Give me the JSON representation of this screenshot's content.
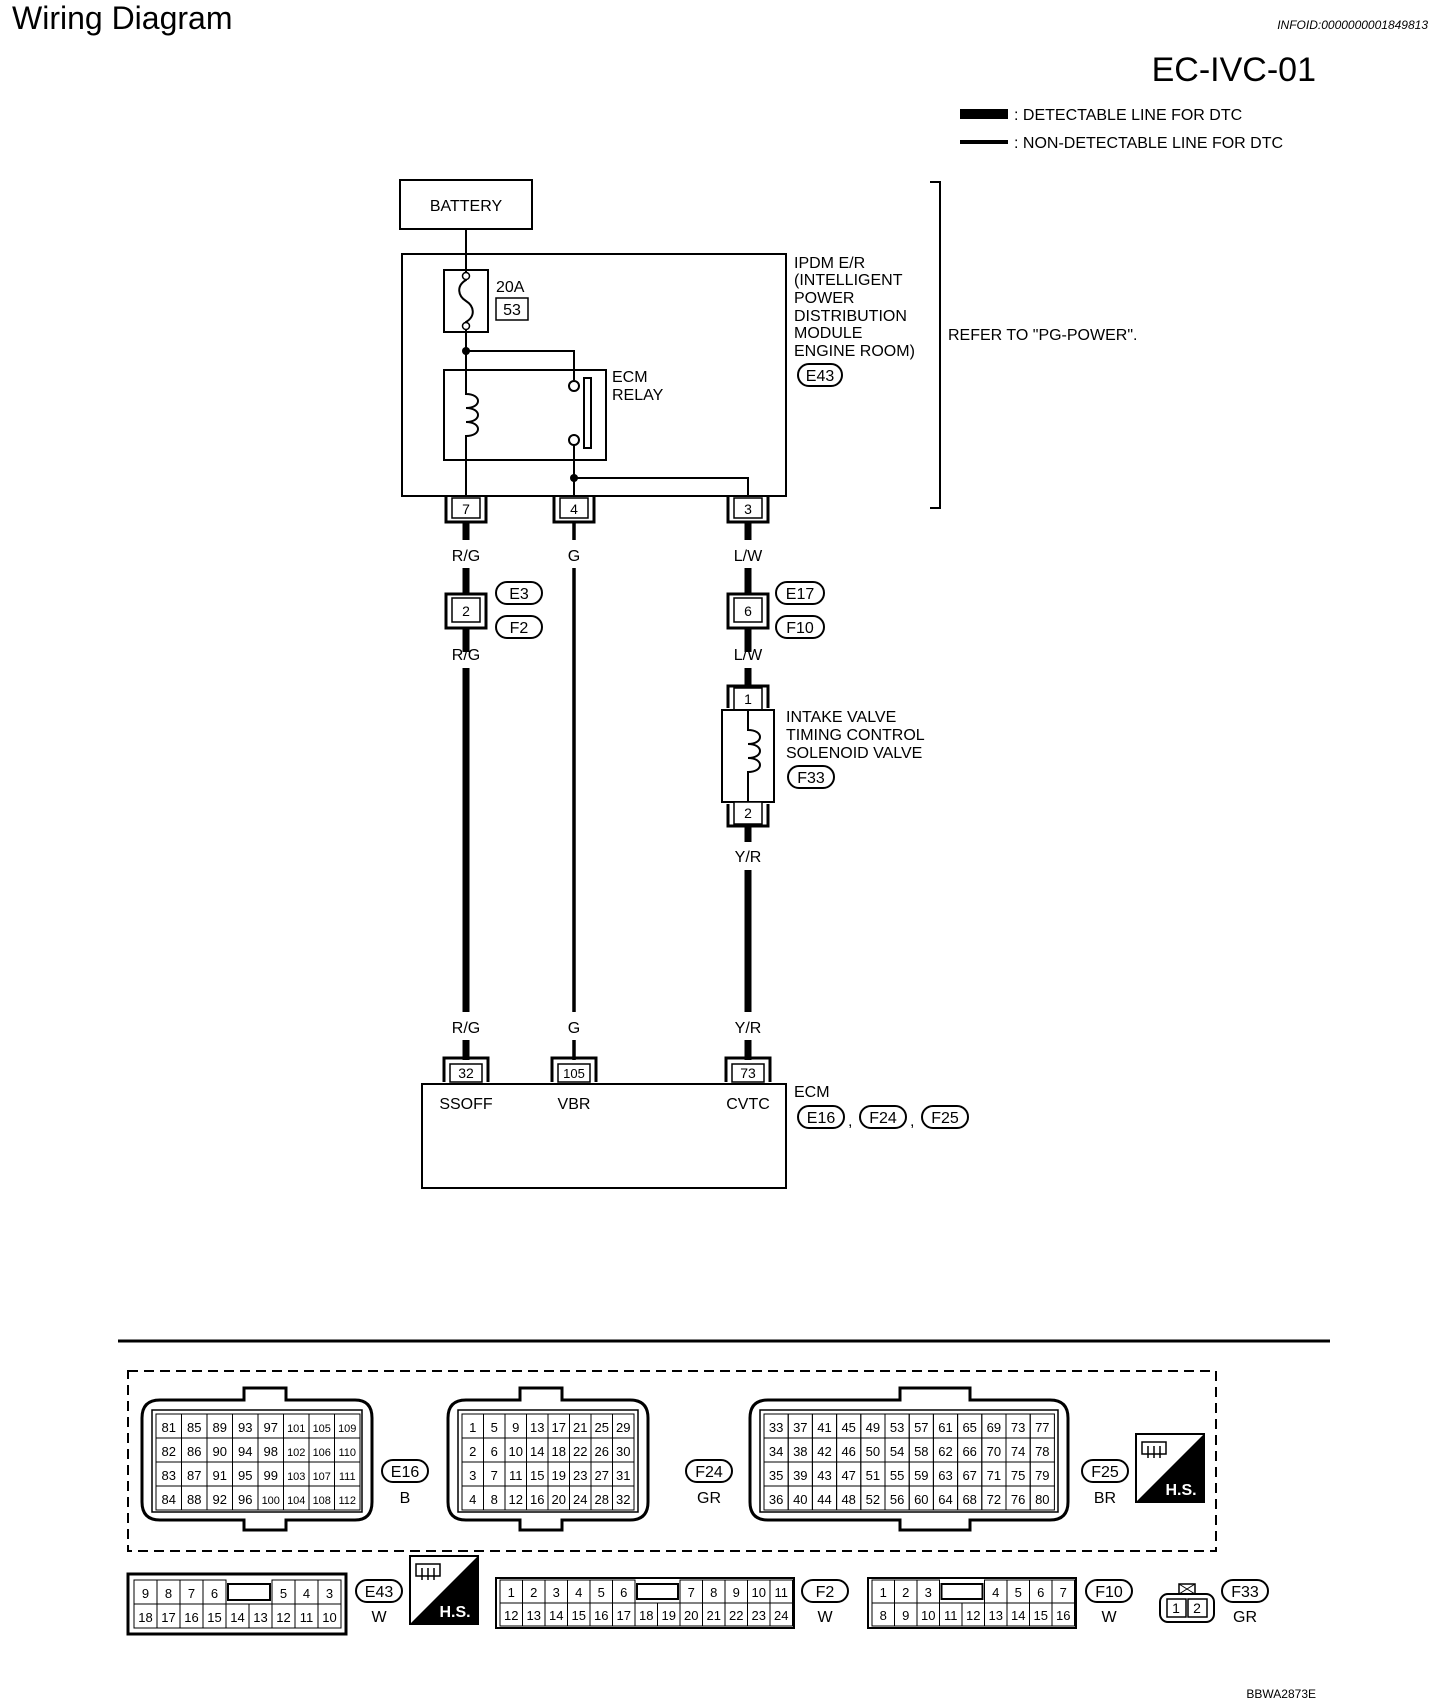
{
  "header": {
    "title": "Wiring Diagram",
    "info_id": "INFOID:0000000001849813",
    "diagram_code": "EC-IVC-01"
  },
  "legend": {
    "detectable": ": DETECTABLE LINE FOR DTC",
    "non_detectable": ": NON-DETECTABLE LINE FOR DTC"
  },
  "battery": {
    "label": "BATTERY"
  },
  "fuse": {
    "rating": "20A",
    "number": "53"
  },
  "relay": {
    "line1": "ECM",
    "line2": "RELAY"
  },
  "ipdm": {
    "lines": [
      "IPDM E/R",
      "(INTELLIGENT",
      "POWER",
      "DISTRIBUTION",
      "MODULE",
      "ENGINE ROOM)"
    ],
    "connector": "E43"
  },
  "refer_note": "REFER TO \"PG-POWER\".",
  "ipdm_terminals": [
    "7",
    "4",
    "3"
  ],
  "wires": {
    "w1_top": "R/G",
    "w2_top": "G",
    "w3_top": "L/W",
    "w1_mid": "R/G",
    "w3_mid": "L/W",
    "w3_sol": "Y/R",
    "w1_bot": "R/G",
    "w2_bot": "G",
    "w3_bot": "Y/R"
  },
  "joint1": {
    "terminal": "2",
    "connectors": [
      "E3",
      "F2"
    ]
  },
  "joint2": {
    "terminal": "6",
    "connectors": [
      "E17",
      "F10"
    ]
  },
  "solenoid": {
    "terminal_top": "1",
    "terminal_bottom": "2",
    "lines": [
      "INTAKE VALVE",
      "TIMING CONTROL",
      "SOLENOID VALVE"
    ],
    "connector": "F33"
  },
  "ecm": {
    "label": "ECM",
    "terminals": [
      "32",
      "105",
      "73"
    ],
    "pins": [
      "SSOFF",
      "VBR",
      "CVTC"
    ],
    "connectors": [
      "E16",
      "F24",
      "F25"
    ],
    "separator": ","
  },
  "connectors": {
    "E16": {
      "code": "E16",
      "color": "B",
      "rows": [
        [
          "81",
          "85",
          "89",
          "93",
          "97",
          "101",
          "105",
          "109"
        ],
        [
          "82",
          "86",
          "90",
          "94",
          "98",
          "102",
          "106",
          "110"
        ],
        [
          "83",
          "87",
          "91",
          "95",
          "99",
          "103",
          "107",
          "111"
        ],
        [
          "84",
          "88",
          "92",
          "96",
          "100",
          "104",
          "108",
          "112"
        ]
      ]
    },
    "F24": {
      "code": "F24",
      "color": "GR",
      "rows": [
        [
          "1",
          "5",
          "9",
          "13",
          "17",
          "21",
          "25",
          "29"
        ],
        [
          "2",
          "6",
          "10",
          "14",
          "18",
          "22",
          "26",
          "30"
        ],
        [
          "3",
          "7",
          "11",
          "15",
          "19",
          "23",
          "27",
          "31"
        ],
        [
          "4",
          "8",
          "12",
          "16",
          "20",
          "24",
          "28",
          "32"
        ]
      ]
    },
    "F25": {
      "code": "F25",
      "color": "BR",
      "rows": [
        [
          "33",
          "37",
          "41",
          "45",
          "49",
          "53",
          "57",
          "61",
          "65",
          "69",
          "73",
          "77"
        ],
        [
          "34",
          "38",
          "42",
          "46",
          "50",
          "54",
          "58",
          "62",
          "66",
          "70",
          "74",
          "78"
        ],
        [
          "35",
          "39",
          "43",
          "47",
          "51",
          "55",
          "59",
          "63",
          "67",
          "71",
          "75",
          "79"
        ],
        [
          "36",
          "40",
          "44",
          "48",
          "52",
          "56",
          "60",
          "64",
          "68",
          "72",
          "76",
          "80"
        ]
      ]
    },
    "E43": {
      "code": "E43",
      "color": "W",
      "top_left": [
        "9",
        "8",
        "7",
        "6"
      ],
      "top_right": [
        "5",
        "4",
        "3"
      ],
      "bottom": [
        "18",
        "17",
        "16",
        "15",
        "14",
        "13",
        "12",
        "11",
        "10"
      ]
    },
    "F2": {
      "code": "F2",
      "color": "W",
      "top_left": [
        "1",
        "2",
        "3",
        "4",
        "5",
        "6"
      ],
      "top_right": [
        "7",
        "8",
        "9",
        "10",
        "11"
      ],
      "bottom": [
        "12",
        "13",
        "14",
        "15",
        "16",
        "17",
        "18",
        "19",
        "20",
        "21",
        "22",
        "23",
        "24"
      ]
    },
    "F10": {
      "code": "F10",
      "color": "W",
      "top_left": [
        "1",
        "2",
        "3"
      ],
      "top_right": [
        "4",
        "5",
        "6",
        "7"
      ],
      "bottom": [
        "8",
        "9",
        "10",
        "11",
        "12",
        "13",
        "14",
        "15",
        "16"
      ]
    },
    "F33": {
      "code": "F33",
      "color": "GR",
      "pins": [
        "1",
        "2"
      ]
    }
  },
  "hs_badge": "H.S.",
  "figure_code": "BBWA2873E"
}
